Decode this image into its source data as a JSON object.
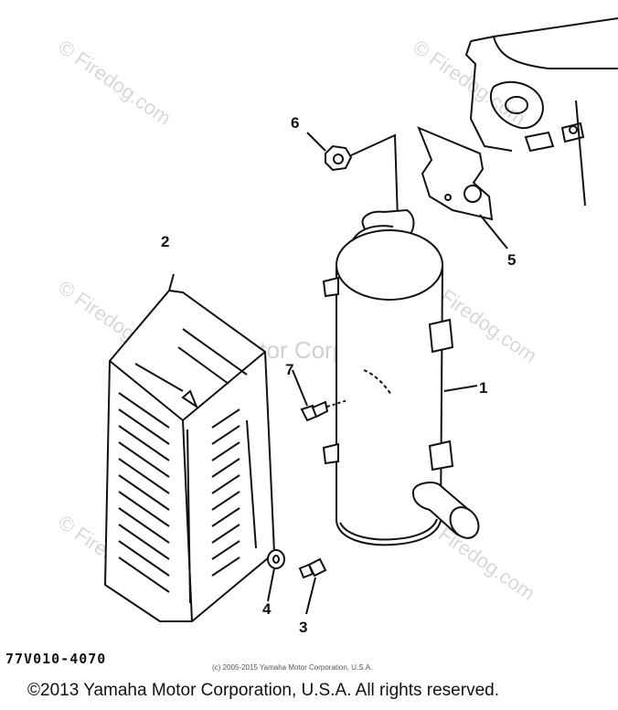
{
  "callouts": [
    "1",
    "2",
    "3",
    "4",
    "5",
    "6",
    "7"
  ],
  "watermark": "© Firedog.com",
  "center_watermark": "Yamaha Motor Corp, U.S.A.",
  "part_code": "77V010-4070",
  "small_copyright": "(c) 2005-2015 Yamaha Motor Corporation, U.S.A.",
  "copyright": "©2013 Yamaha Motor Corporation, U.S.A. All rights reserved."
}
